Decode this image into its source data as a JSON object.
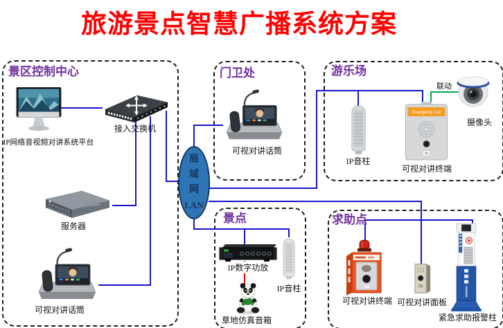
{
  "title": "旅游景点智慧广播系统方案",
  "lan": {
    "cn": [
      "局",
      "域",
      "网"
    ],
    "en": "LAN"
  },
  "zones": {
    "control": {
      "label": "景区控制中心",
      "platform_label": "IP网络音视频对讲系统平台",
      "switch_label": "接入交换机",
      "server_label": "服务器",
      "intercom_label": "可视对讲话筒"
    },
    "gate": {
      "label": "门卫处",
      "intercom_label": "可视对讲话筒"
    },
    "playground": {
      "label": "游乐场",
      "speaker_label": "IP音柱",
      "terminal_label": "可视对讲终端",
      "terminal_banner": "Emergency Call",
      "camera_label": "摄像头",
      "linkage_label": "联动"
    },
    "scenic": {
      "label": "景点",
      "amplifier_label": "IP数字功放",
      "speaker_label": "IP音柱",
      "panda_label": "草地仿真音箱"
    },
    "help": {
      "label": "求助点",
      "terminal_label": "可视对讲终端",
      "panel_label": "可视对讲面板",
      "pole_label": "紧急求助报警柱"
    }
  },
  "colors": {
    "title_red": "#ff0000",
    "zone_label_purple": "#7030a0",
    "line_blue": "#1414cc",
    "line_green": "#00a650",
    "line_red": "#ff0000",
    "lan_fill": "#2e75b6",
    "lan_stroke": "#17365d"
  }
}
